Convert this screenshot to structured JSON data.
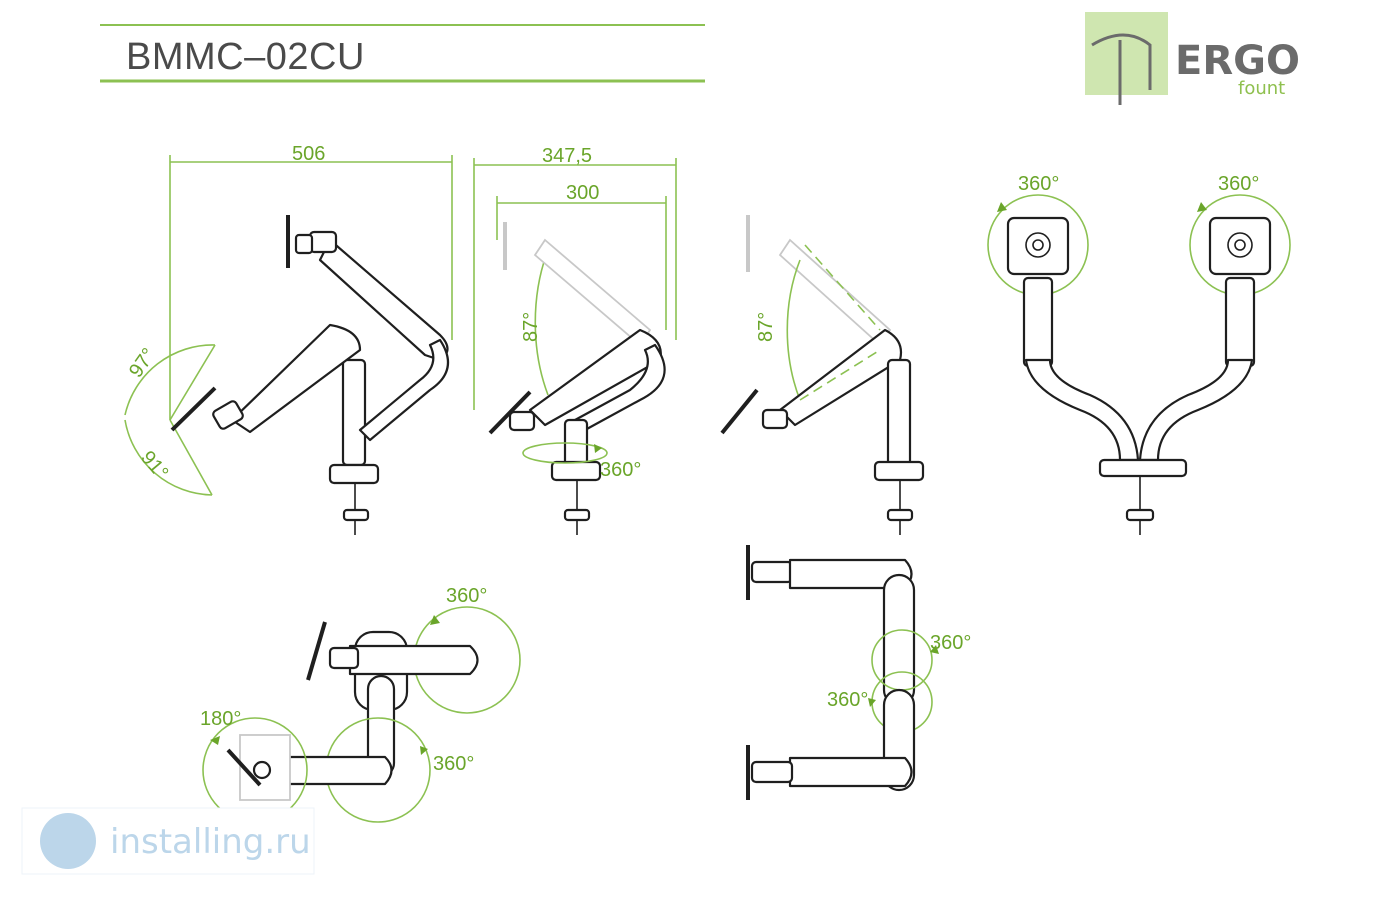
{
  "header": {
    "model": "BMMC–02CU"
  },
  "logo": {
    "brand": "ERGO",
    "sub": "fount",
    "accent_color": "#8cc152"
  },
  "views": {
    "side_tilt": {
      "width": "506",
      "tilt_up": "97°",
      "tilt_down": "91°"
    },
    "side_reach": {
      "outer": "347,5",
      "inner": "300",
      "lift": "87°",
      "base_rotation": "360°"
    },
    "side_lift": {
      "lift": "87°"
    },
    "front_dual": {
      "rot_left": "360°",
      "rot_right": "360°"
    },
    "top_swivel": {
      "rot_top": "360°",
      "rot_mid": "360°",
      "tilt_mon": "180°"
    },
    "top_dual": {
      "rot_upper": "360°",
      "rot_lower": "360°"
    }
  },
  "watermark": {
    "text": "installing.ru",
    "color": "#bcd6ea"
  }
}
